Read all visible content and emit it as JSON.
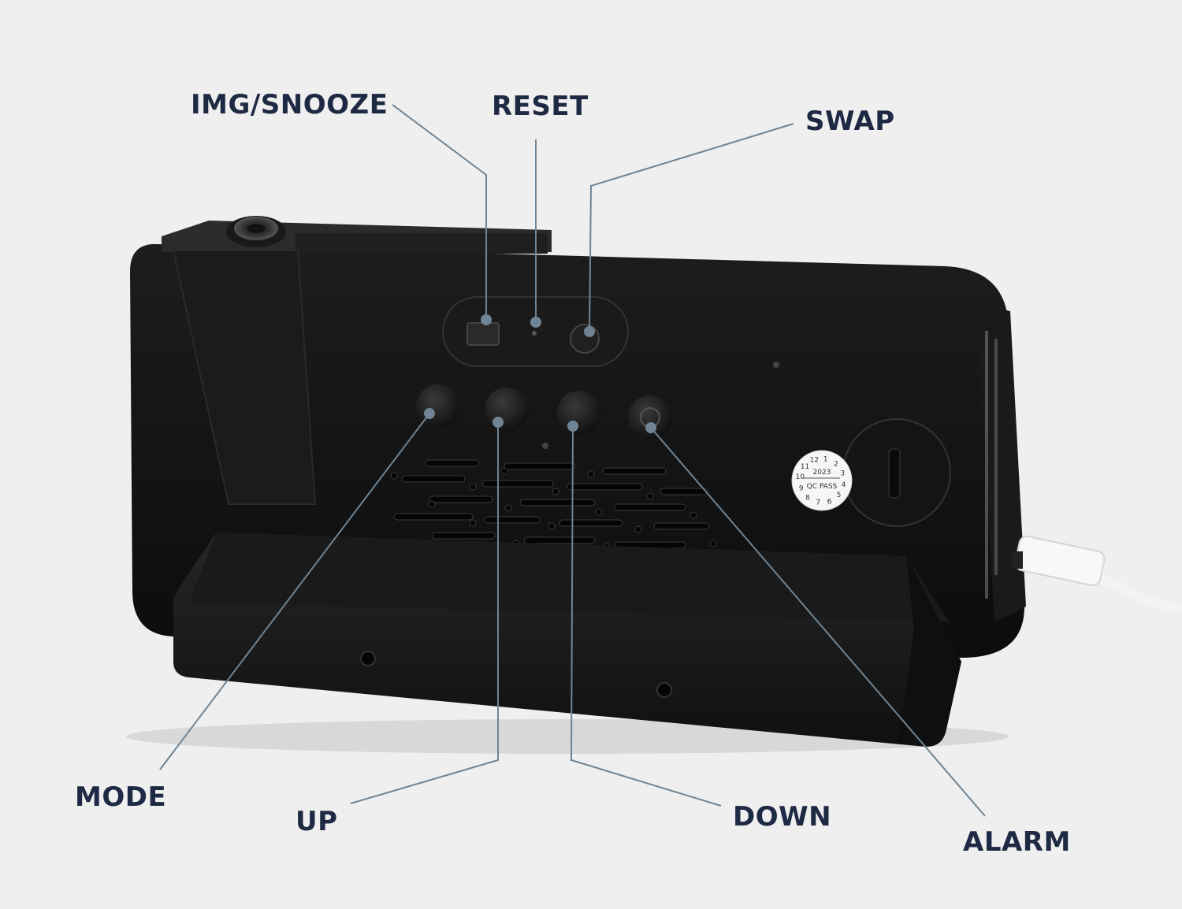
{
  "callouts": {
    "img_snooze": "IMG/SNOOZE",
    "reset": "RESET",
    "swap": "SWAP",
    "mode": "MODE",
    "up": "UP",
    "down": "DOWN",
    "alarm": "ALARM"
  },
  "sticker": {
    "year": "2023",
    "qc": "QC PASS",
    "dial": [
      "12",
      "1",
      "2",
      "3",
      "4",
      "5",
      "6",
      "7",
      "8",
      "9",
      "10",
      "11"
    ]
  },
  "colors": {
    "background": "#efefef",
    "device_body": "#131313",
    "callout_text": "#1e2a44",
    "leader_line": "#6f8494",
    "cable": "#f4f4f4"
  }
}
